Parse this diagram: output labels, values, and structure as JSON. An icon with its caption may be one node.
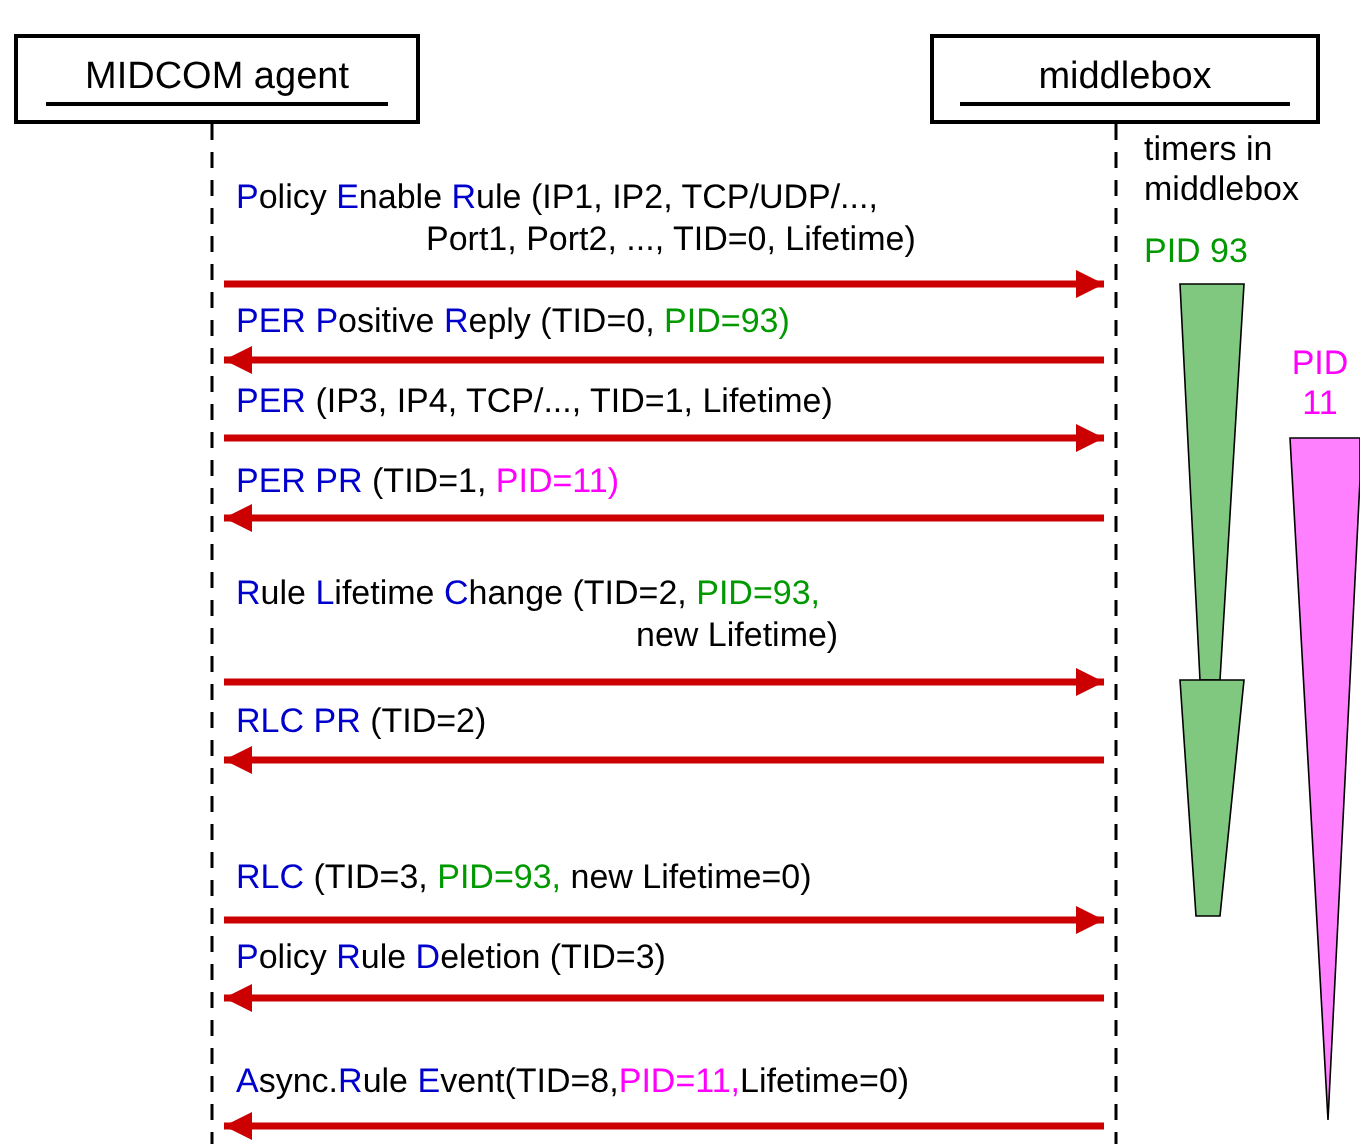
{
  "diagram": {
    "nodes": [
      {
        "text": [
          "MIDCOM agent"
        ]
      },
      {
        "text": [
          "middlebox"
        ]
      }
    ],
    "edges": [
      {
        "from": 0,
        "to": 1,
        "arrow": "to",
        "label": "Policy Enable Rule (IP1, IP2, TCP/UDP/..., Port1, Port2, ..., TID=0, Lifetime)"
      },
      {
        "from": 1,
        "to": 0,
        "arrow": "to",
        "label": "PER Positive Reply (TID=0, PID=93)"
      },
      {
        "from": 0,
        "to": 1,
        "arrow": "to",
        "label": "PER (IP3, IP4, TCP/..., TID=1, Lifetime)"
      },
      {
        "from": 1,
        "to": 0,
        "arrow": "to",
        "label": "PER PR (TID=1, PID=11)"
      },
      {
        "from": 0,
        "to": 1,
        "arrow": "to",
        "label": "Rule Lifetime Change (TID=2, PID=93, new Lifetime)"
      },
      {
        "from": 1,
        "to": 0,
        "arrow": "to",
        "label": "RLC PR (TID=2)"
      },
      {
        "from": 0,
        "to": 1,
        "arrow": "to",
        "label": "RLC (TID=3, PID=93, new Lifetime=0)"
      },
      {
        "from": 1,
        "to": 0,
        "arrow": "to",
        "label": "Policy Rule Deletion (TID=3)"
      },
      {
        "from": 1,
        "to": 0,
        "arrow": "to",
        "label": "Async.Rule Event(TID=8,PID=11,Lifetime=0)"
      }
    ],
    "labels": [
      "timers in middlebox",
      "PID 93",
      "PID 11"
    ]
  }
}
